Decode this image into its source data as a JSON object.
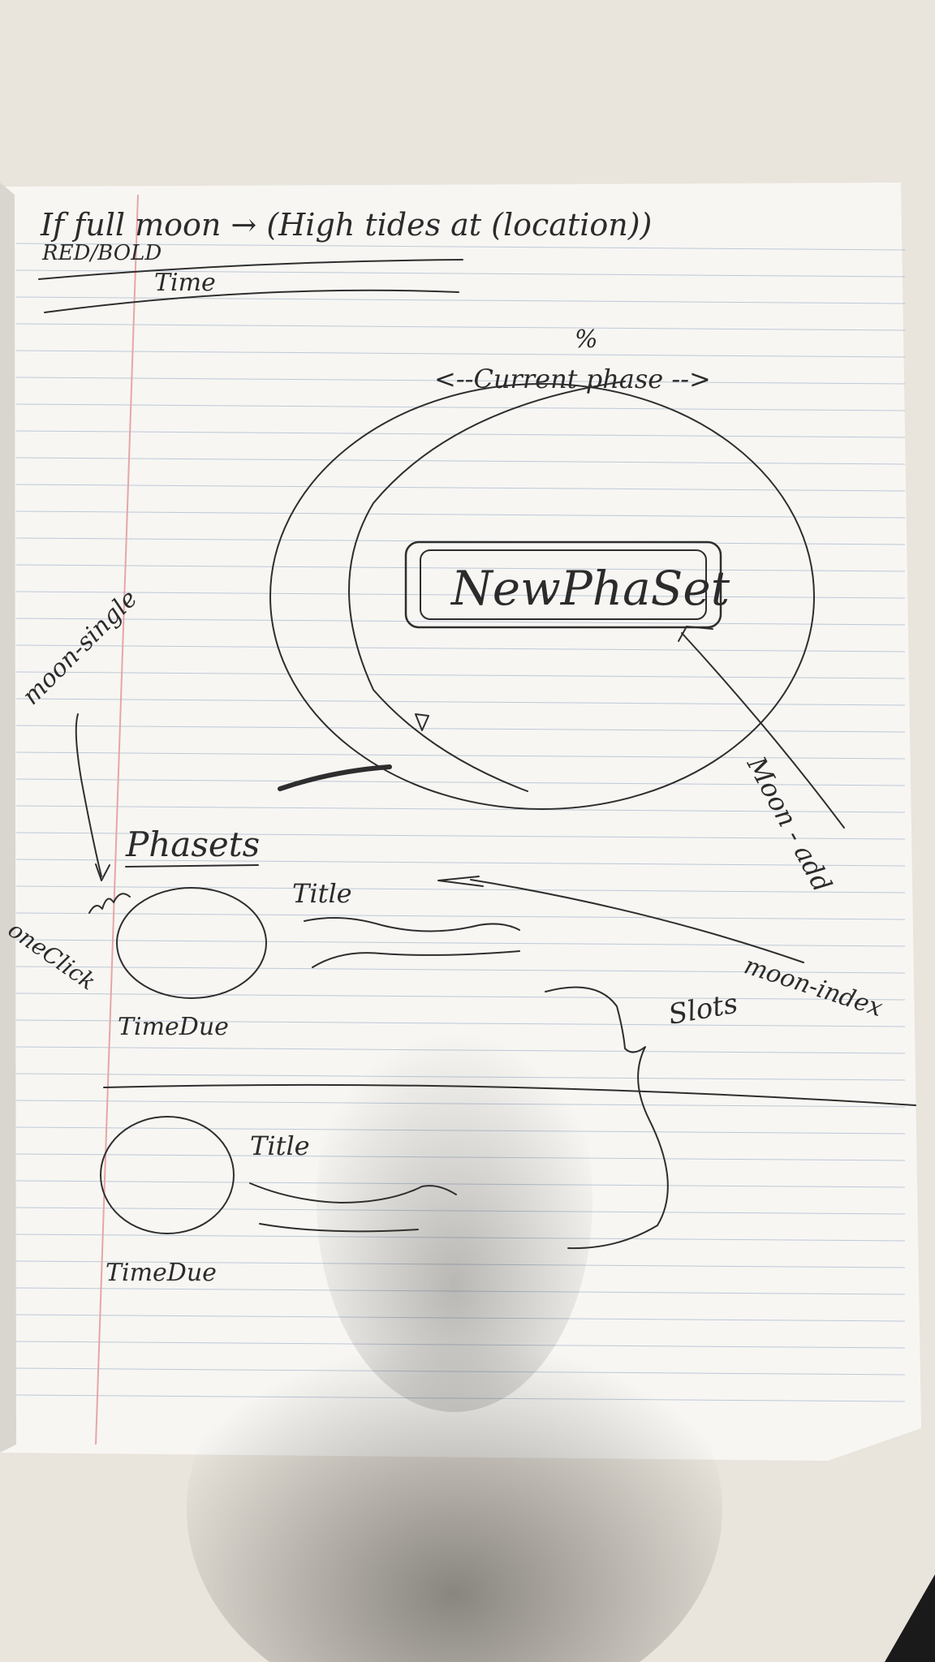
{
  "header": {
    "full_moon_note": "If full moon → (High tides at (location))",
    "style_note": "RED/BOLD",
    "time_label": "Time"
  },
  "moon": {
    "percent": "%",
    "current_phase": "<--Current phase -->",
    "button_label": "NewPhaSet",
    "moon_single": "moon-single",
    "moon_add": "Moon - add",
    "moon_index": "moon-index"
  },
  "phasets": {
    "heading": "Phasets",
    "one_click": "oneClick",
    "slots_label": "Slots",
    "items": [
      {
        "title": "Title",
        "time_due": "TimeDue"
      },
      {
        "title": "Title",
        "time_due": "TimeDue"
      }
    ]
  },
  "colors": {
    "paper": "#f7f6f3",
    "rule_line": "#8fa3bf",
    "margin_line": "#e7a6a6",
    "ink": "#2e2e2e",
    "table": "#e9e4dc"
  }
}
